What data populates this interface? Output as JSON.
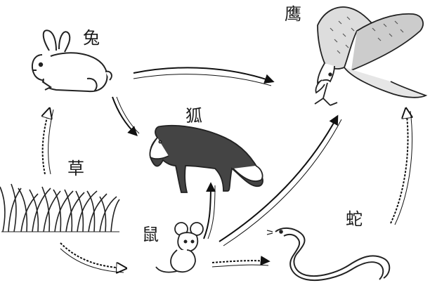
{
  "organisms": {
    "rabbit": "兔",
    "eagle": "鹰",
    "fox": "狐",
    "grass": "草",
    "mouse": "鼠",
    "snake": "蛇"
  },
  "food_chain_arrows": [
    {
      "from": "草",
      "to": "兔"
    },
    {
      "from": "草",
      "to": "鼠"
    },
    {
      "from": "兔",
      "to": "鹰"
    },
    {
      "from": "兔",
      "to": "狐"
    },
    {
      "from": "鼠",
      "to": "狐"
    },
    {
      "from": "鼠",
      "to": "鹰"
    },
    {
      "from": "鼠",
      "to": "蛇"
    },
    {
      "from": "蛇",
      "to": "鹰"
    }
  ]
}
